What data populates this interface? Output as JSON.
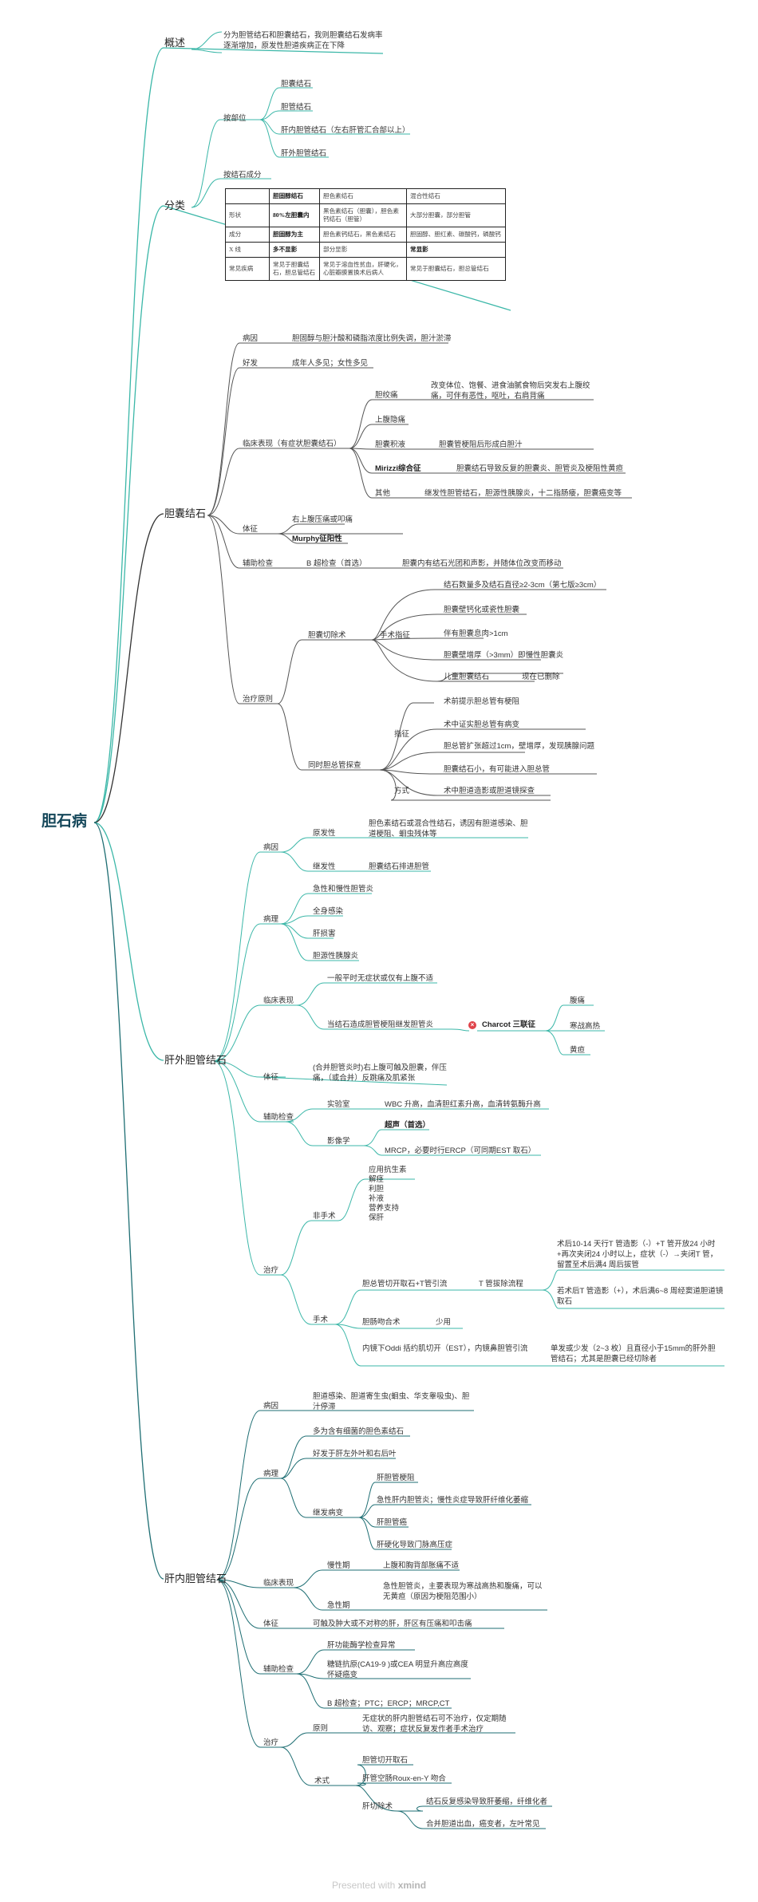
{
  "root": "胆石病",
  "overview": {
    "label": "概述",
    "text": "分为胆管结石和胆囊结石，我则胆囊结石发病率逐渐增加，原发性胆道疾病正在下降"
  },
  "classification": {
    "label": "分类",
    "by_location": {
      "label": "按部位",
      "items": [
        "胆囊结石",
        "胆管结石",
        "肝内胆管结石（左右肝管汇合部以上）",
        "肝外胆管结石"
      ]
    },
    "by_composition": {
      "label": "按结石成分"
    },
    "table": {
      "header": [
        "",
        "胆固醇结石",
        "胆色素结石",
        "混合性结石"
      ],
      "rows": [
        [
          "形状",
          "80%左胆囊内",
          "黑色素结石（胆囊），胆色素钙结石（胆管）",
          "大部分胆囊，部分胆管"
        ],
        [
          "成分",
          "胆固醇为主",
          "胆色素钙结石，黑色素结石",
          "胆固醇、胆红素、碳酸钙，磷酸钙"
        ],
        [
          "X 线",
          "多不显影",
          "部分显影",
          "常显影"
        ],
        [
          "常见疾病",
          "常见于胆囊结石，胆总管结石",
          "常见于溶血性贫血，肝硬化，心脏瓣膜置换术后病人",
          "常见于胆囊结石，胆总管结石"
        ]
      ]
    }
  },
  "gallbladder": {
    "label": "胆囊结石",
    "etiology": {
      "label": "病因",
      "text": "胆固醇与胆汁酸和磷脂浓度比例失调，胆汁淤滞"
    },
    "predilection": {
      "label": "好发",
      "text": "成年人多见；女性多见"
    },
    "clinical": {
      "label": "临床表现（有症状胆囊结石）",
      "colic": {
        "label": "胆绞痛",
        "text": "改变体位、饱餐、进食油腻食物后突发右上腹绞痛，可伴有恶性，呕吐，右肩背痛"
      },
      "dull": {
        "label": "上腹隐痛"
      },
      "hydrops": {
        "label": "胆囊积液",
        "text": "胆囊管梗阻后形成白胆汁"
      },
      "mirizzi": {
        "label": "Mirizzi综合征",
        "text": "胆囊结石导致反复的胆囊炎、胆管炎及梗阻性黄疸"
      },
      "other": {
        "label": "其他",
        "text": "继发性胆管结石，胆源性胰腺炎，十二指肠瘘，胆囊癌变等"
      }
    },
    "signs": {
      "label": "体征",
      "items": [
        "右上腹压痛或叩痛",
        "Murphy征阳性"
      ]
    },
    "aux": {
      "label": "辅助检查",
      "method": "B 超检查（首选）",
      "text": "胆囊内有结石光团和声影，并随体位改变而移动"
    },
    "treatment": {
      "label": "治疗原则",
      "chole": {
        "label": "胆囊切除术",
        "indication": "手术指征",
        "items": [
          "结石数量多及结石直径≥2-3cm（第七版≥3cm）",
          "胆囊壁钙化或瓷性胆囊",
          "伴有胆囊息肉>1cm",
          "胆囊壁增厚（>3mm）即慢性胆囊炎",
          "儿童胆囊结石"
        ],
        "child_note": "现在已删除"
      },
      "explore": {
        "label": "同时胆总管探查",
        "indication": "指征",
        "items": [
          "术前提示胆总管有梗阻",
          "术中证实胆总管有病变",
          "胆总管扩张超过1cm，壁增厚，发现胰腺问题",
          "胆囊结石小，有可能进入胆总管"
        ],
        "method_label": "方式",
        "method_text": "术中胆道造影或胆道镜探查"
      }
    }
  },
  "extrahepatic": {
    "label": "肝外胆管结石",
    "etiology": {
      "label": "病因",
      "primary": {
        "label": "原发性",
        "text": "胆色素结石或混合性结石，诱因有胆道感染、胆道梗阻、蛔虫残体等"
      },
      "secondary": {
        "label": "继发性",
        "text": "胆囊结石排进胆管"
      }
    },
    "pathology": {
      "label": "病理",
      "items": [
        "急性和慢性胆管炎",
        "全身感染",
        "肝损害",
        "胆源性胰腺炎"
      ]
    },
    "clinical": {
      "label": "临床表现",
      "mild": "一般平时无症状或仅有上腹不适",
      "obstruct": "当结石造成胆管梗阻继发胆管炎",
      "charcot": "Charcot 三联征",
      "triad": [
        "腹痛",
        "寒战高热",
        "黄疸"
      ]
    },
    "signs": {
      "label": "体征",
      "text": "(合并胆管炎时)右上腹可触及胆囊，伴压痛，（或合并）反跳痛及肌紧张"
    },
    "aux": {
      "label": "辅助检查",
      "lab": {
        "label": "实验室",
        "text": "WBC 升高，血清胆红素升高，血清转氨酶升高"
      },
      "imaging": {
        "label": "影像学",
        "us": "超声（首选）",
        "mrcp": "MRCP，必要时行ERCP（可同期EST 取石）"
      }
    },
    "treatment": {
      "label": "治疗",
      "nonsurgical": {
        "label": "非手术",
        "items": [
          "应用抗生素",
          "解痉",
          "利胆",
          "补液",
          "营养支持",
          "保肝"
        ]
      },
      "surgical": {
        "label": "手术",
        "tube": {
          "label": "胆总管切开取石+T管引流",
          "flow": "T 管拔除流程",
          "a": "术后10-14 天行T 管造影（-）+T 管开放24 小时+再次夹闭24 小时以上，症状（-）→夹闭T 管，留置至术后满4 周后拔管",
          "b": "若术后T 管造影（+），术后满6~8 周经窦道胆道镜取石"
        },
        "anast": {
          "label": "胆肠吻合术",
          "note": "少用"
        },
        "endo": {
          "label": "内镜下Oddi 括约肌切开（EST），内镜鼻胆管引流",
          "note": "单发或少发（2~3 枚）且直径小于15mm的肝外胆管结石；尤其是胆囊已经切除者"
        }
      }
    }
  },
  "intrahepatic": {
    "label": "肝内胆管结石",
    "etiology": {
      "label": "病因",
      "text": "胆道感染、胆道寄生虫(蛔虫、华支睾吸虫)、胆汁停滞"
    },
    "pathology": {
      "label": "病理",
      "items": [
        "多为含有细菌的胆色素结石",
        "好发于肝左外叶和右后叶"
      ],
      "comp": {
        "label": "继发病变",
        "items": [
          "肝胆管梗阻",
          "急性肝内胆管炎；慢性炎症导致肝纤维化萎缩",
          "肝胆管癌",
          "肝硬化导致门脉高压症"
        ]
      }
    },
    "clinical": {
      "label": "临床表现",
      "chronic": {
        "label": "慢性期",
        "text": "上腹和胸背部胀痛不适"
      },
      "acute": {
        "label": "急性期",
        "text": "急性胆管炎，主要表现为寒战高热和腹痛，可以无黄疸（原因为梗阻范围小）"
      }
    },
    "signs": {
      "label": "体征",
      "text": "可触及肿大或不对称的肝，肝区有压痛和叩击痛"
    },
    "aux": {
      "label": "辅助检查",
      "items": [
        "肝功能酶学检查异常",
        "糖链抗原(CA19-9 )或CEA 明显升高应高度怀疑癌变",
        "B 超检查；PTC；ERCP；MRCP,CT"
      ]
    },
    "treatment": {
      "label": "治疗",
      "principle": {
        "label": "原则",
        "text": "无症状的肝内胆管结石可不治疗，仅定期随访、观察；症状反复发作者手术治疗"
      },
      "surgery": {
        "label": "术式",
        "items": [
          "胆管切开取石",
          "肝管空肠Roux-en-Y 吻合"
        ],
        "hep": {
          "label": "肝切除术",
          "items": [
            "结石反复感染导致肝萎缩，纤维化者",
            "合并胆道出血，癌变者，左叶常见"
          ]
        }
      }
    }
  },
  "footer": {
    "prefix": "Presented with",
    "brand": "xmind"
  }
}
